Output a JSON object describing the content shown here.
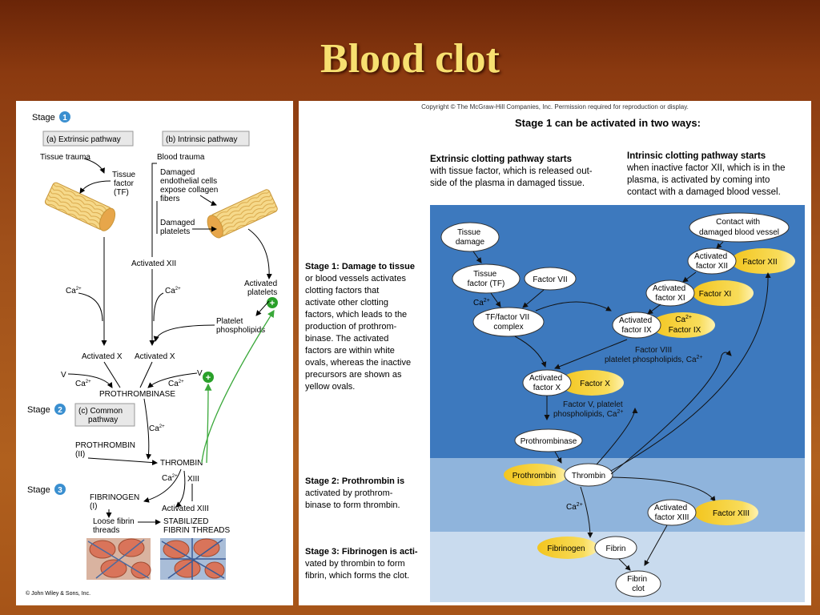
{
  "slide_title": "Blood clot",
  "left": {
    "stage1_label": "Stage",
    "stage1_num": "1",
    "stage2_label": "Stage",
    "stage2_num": "2",
    "stage3_label": "Stage",
    "stage3_num": "3",
    "extrinsic_box": "(a) Extrinsic pathway",
    "intrinsic_box": "(b) Intrinsic pathway",
    "tissue_trauma": "Tissue trauma",
    "tissue_factor": [
      "Tissue",
      "factor",
      "(TF)"
    ],
    "blood_trauma": "Blood trauma",
    "damaged_cells": [
      "Damaged",
      "endothelial cells",
      "expose collagen",
      "fibers"
    ],
    "damaged_platelets": [
      "Damaged",
      "platelets"
    ],
    "activated_xii": "Activated XII",
    "ca_left1": "Ca",
    "ca_left2": "Ca",
    "ca_sup": "2+",
    "activated_platelets": [
      "Activated",
      "platelets"
    ],
    "platelet_phospholipids": [
      "Platelet",
      "phospholipids"
    ],
    "activated_x_1": "Activated X",
    "activated_x_2": "Activated X",
    "v_1": "V",
    "v_2": "V",
    "ca_pro1": "Ca",
    "ca_pro2": "Ca",
    "prothrombinase": "PROTHROMBINASE",
    "common_box": [
      "(c) Common",
      "pathway"
    ],
    "ca_stage2": "Ca",
    "prothrombin": [
      "PROTHROMBIN",
      "(II)"
    ],
    "thrombin": "THROMBIN",
    "ca_thr": "Ca",
    "xiii": "XIII",
    "fibrinogen": [
      "FIBRINOGEN",
      "(I)"
    ],
    "activated_xiii": "Activated XIII",
    "loose_fibrin": [
      "Loose fibrin",
      "threads"
    ],
    "stabilized": [
      "STABILIZED",
      "FIBRIN THREADS"
    ],
    "plus": "+",
    "credit": "© John Wiley & Sons, Inc."
  },
  "right": {
    "copyright": "Copyright © The McGraw-Hill Companies, Inc. Permission required for reproduction or display.",
    "heading": "Stage 1 can be activated in two ways:",
    "extrinsic_desc": [
      "Extrinsic clotting pathway starts",
      "with tissue factor, which is released out-",
      "side of the plasma in damaged tissue."
    ],
    "intrinsic_desc": [
      "Intrinsic clotting pathway starts",
      "when inactive factor XII, which is in the",
      "plasma, is activated by coming into",
      "contact with a damaged blood vessel."
    ],
    "stage1_text": [
      "Stage 1: Damage to tissue",
      "or blood vessels activates",
      "clotting factors that",
      "activate other clotting",
      "factors, which leads to the",
      "production of prothrom-",
      "binase. The activated",
      "factors are within white",
      "ovals, whereas the inactive",
      "precursors are shown as",
      "yellow ovals."
    ],
    "stage2_text": [
      "Stage 2: Prothrombin is",
      "activated by prothrom-",
      "binase to form thrombin."
    ],
    "stage3_text": [
      "Stage 3: Fibrinogen is acti-",
      "vated by thrombin to form",
      "fibrin, which forms the clot."
    ],
    "tissue_damage": [
      "Tissue",
      "damage"
    ],
    "tissue_factor": [
      "Tissue",
      "factor (TF)"
    ],
    "factor_vii": "Factor VII",
    "ca": "Ca",
    "ca_sup": "2+",
    "tf_vii_complex": [
      "TF/factor VII",
      "complex"
    ],
    "contact": [
      "Contact with",
      "damaged blood vessel"
    ],
    "activated_factor_xii": [
      "Activated",
      "factor XII"
    ],
    "factor_xii": "Factor XII",
    "activated_factor_xi": [
      "Activated",
      "factor XI"
    ],
    "factor_xi": "Factor XI",
    "activated_factor_ix": [
      "Activated",
      "factor IX"
    ],
    "factor_ix": "Factor IX",
    "factor_viii_text": [
      "Factor VIII",
      "platelet phospholipids, Ca"
    ],
    "activated_factor_x": [
      "Activated",
      "factor X"
    ],
    "factor_x": "Factor X",
    "factor_v_text": [
      "Factor V, platelet",
      "phospholipids, Ca"
    ],
    "prothrombinase": "Prothrombinase",
    "prothrombin": "Prothrombin",
    "thrombin": "Thrombin",
    "activated_factor_xiii": [
      "Activated",
      "factor XIII"
    ],
    "factor_xiii": "Factor XIII",
    "fibrinogen": "Fibrinogen",
    "fibrin": "Fibrin",
    "fibrin_clot": [
      "Fibrin",
      "clot"
    ]
  },
  "colors": {
    "stage_badge": "#3a8fd0",
    "plus_badge": "#2aa02a",
    "green_arrow": "#3aa83a",
    "diagram_blue_dark": "#3d79be",
    "diagram_blue_mid": "#8fb4dc",
    "diagram_blue_light": "#c9dbee",
    "yellow_oval": "#f5d33a",
    "title": "#f7e070"
  }
}
